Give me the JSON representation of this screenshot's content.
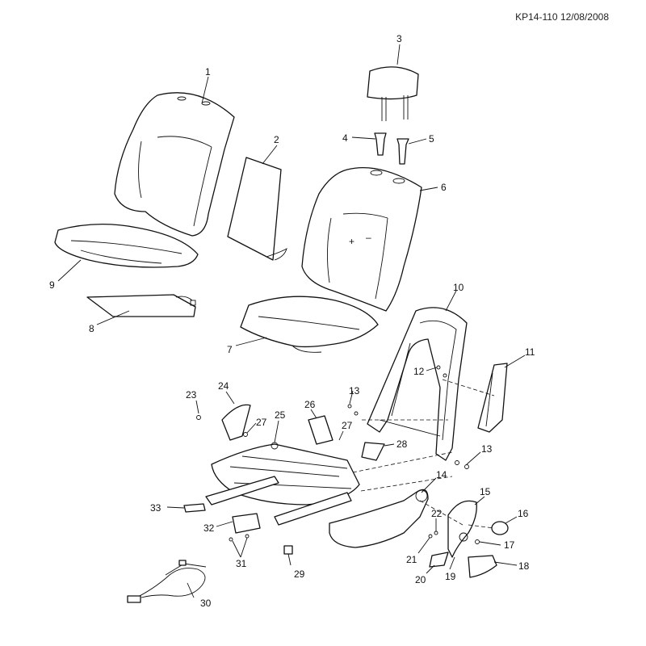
{
  "header": {
    "doc_ref": "KP14-110 12/08/2008"
  },
  "callouts": {
    "c1": "1",
    "c2": "2",
    "c3": "3",
    "c4": "4",
    "c5": "5",
    "c6": "6",
    "c7": "7",
    "c8": "8",
    "c9": "9",
    "c10": "10",
    "c11": "11",
    "c12": "12",
    "c13a": "13",
    "c13b": "13",
    "c14": "14",
    "c15": "15",
    "c16": "16",
    "c17": "17",
    "c18": "18",
    "c19": "19",
    "c20": "20",
    "c21": "21",
    "c22": "22",
    "c23": "23",
    "c24": "24",
    "c25": "25",
    "c26": "26",
    "c27a": "27",
    "c27b": "27",
    "c28": "28",
    "c29": "29",
    "c30": "30",
    "c31": "31",
    "c32": "32",
    "c33": "33"
  }
}
